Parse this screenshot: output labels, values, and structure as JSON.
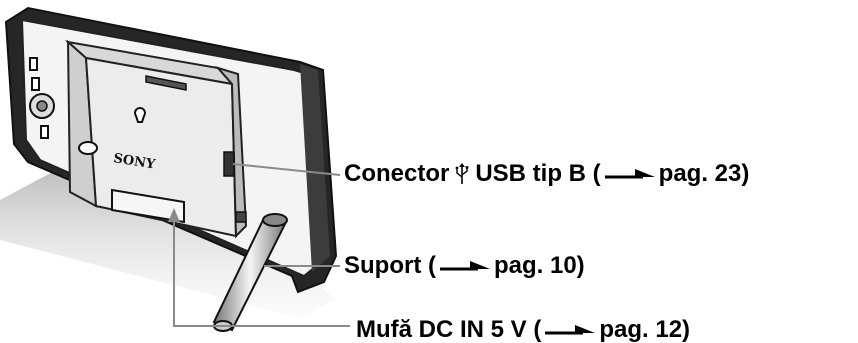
{
  "callouts": {
    "usb": {
      "prefix": "Conector",
      "icon": "usb-icon",
      "label": "USB tip B (",
      "page": "pag. 23)"
    },
    "stand": {
      "label": "Suport (",
      "page": "pag. 10)"
    },
    "dc": {
      "label": "Mufă DC IN 5 V (",
      "page": "pag. 12)"
    }
  },
  "device": {
    "brand": "SONY"
  },
  "colors": {
    "frame_dark": "#1a1a1a",
    "frame_mid": "#5a5a5a",
    "back_panel": "#e9e9e9",
    "shadow": "#c8c8c8",
    "leader_line": "#8a8a8a"
  }
}
